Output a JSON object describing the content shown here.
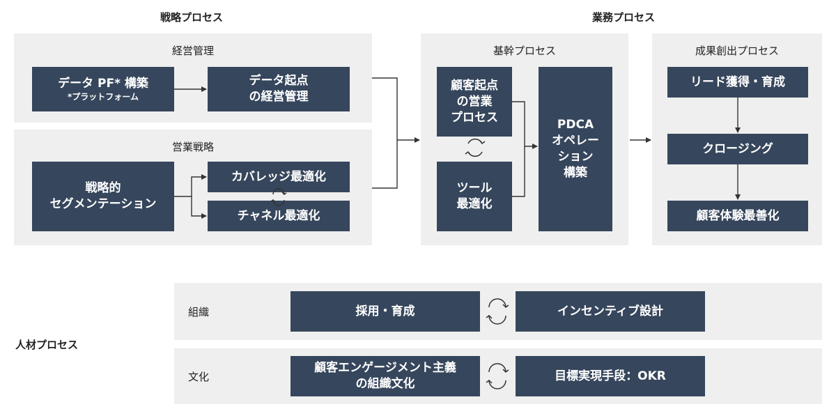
{
  "sections": {
    "strategy_title": "戦略プロセス",
    "business_title": "業務プロセス",
    "people_title": "人材プロセス"
  },
  "management": {
    "title": "経営管理",
    "data_pf_line1": "データ PF* 構築",
    "data_pf_line2": "*プラットフォーム",
    "data_origin_line1": "データ起点",
    "data_origin_line2": "の経営管理"
  },
  "sales_strategy": {
    "title": "営業戦略",
    "segmentation_line1": "戦略的",
    "segmentation_line2": "セグメンテーション",
    "coverage": "カバレッジ最適化",
    "channel": "チャネル最適化"
  },
  "core": {
    "title": "基幹プロセス",
    "customer_sales_line1": "顧客起点",
    "customer_sales_line2": "の営業",
    "customer_sales_line3": "プロセス",
    "tool_line1": "ツール",
    "tool_line2": "最適化",
    "pdca_line1": "PDCA",
    "pdca_line2": "オペレー",
    "pdca_line3": "ション",
    "pdca_line4": "構築"
  },
  "results": {
    "title": "成果創出プロセス",
    "lead": "リード獲得・育成",
    "closing": "クロージング",
    "cx": "顧客体験最善化"
  },
  "organization": {
    "label": "組織",
    "hiring": "採用・育成",
    "incentive": "インセンティブ設計"
  },
  "culture": {
    "label": "文化",
    "engagement_line1": "顧客エンゲージメント主義",
    "engagement_line2": "の組織文化",
    "okr": "目標実現手段：OKR"
  },
  "icons": [
    "arrow-icon",
    "cycle-icon"
  ],
  "colors": {
    "box_fill": "#36465c",
    "panel_bg": "#efefef",
    "line": "#333333"
  }
}
